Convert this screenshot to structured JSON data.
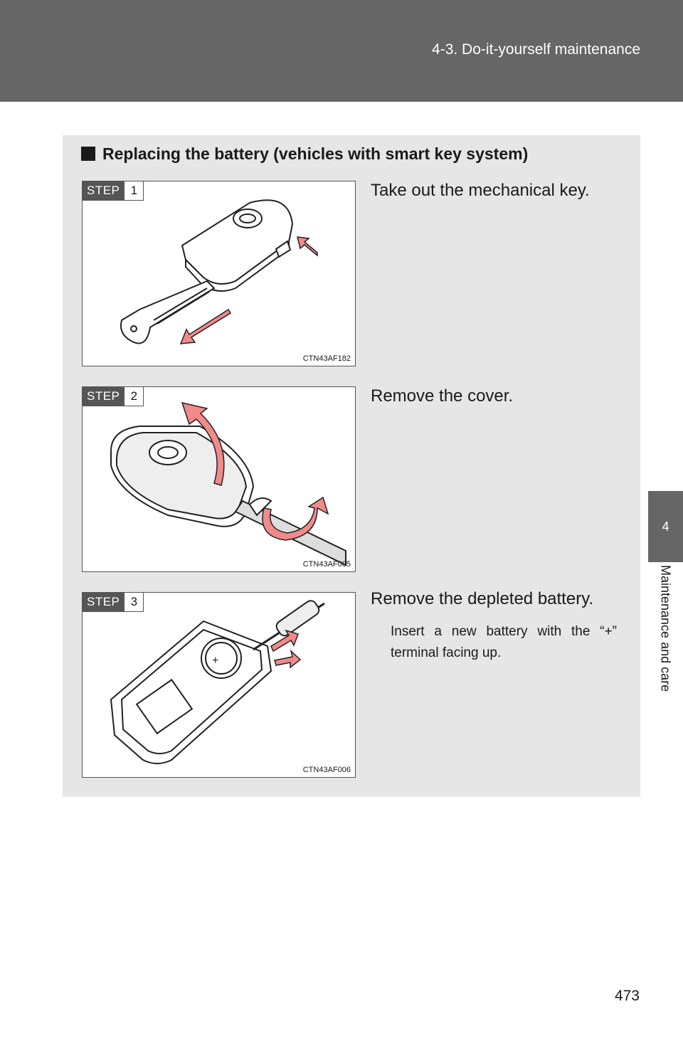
{
  "header": {
    "section": "4-3. Do-it-yourself maintenance"
  },
  "side_tab": {
    "chapter_number": "4",
    "chapter_label": "Maintenance and care"
  },
  "panel": {
    "title": "Replacing the battery (vehicles with smart key system)",
    "steps": [
      {
        "badge": "STEP",
        "number": "1",
        "instruction": "Take out the mechanical key.",
        "figure_code": "CTN43AF182"
      },
      {
        "badge": "STEP",
        "number": "2",
        "instruction": "Remove the cover.",
        "figure_code": "CTN43AF005"
      },
      {
        "badge": "STEP",
        "number": "3",
        "instruction": "Remove the depleted battery.",
        "figure_code": "CTN43AF006",
        "note": "Insert a new battery with the “+” terminal facing up."
      }
    ]
  },
  "page_number": "473"
}
